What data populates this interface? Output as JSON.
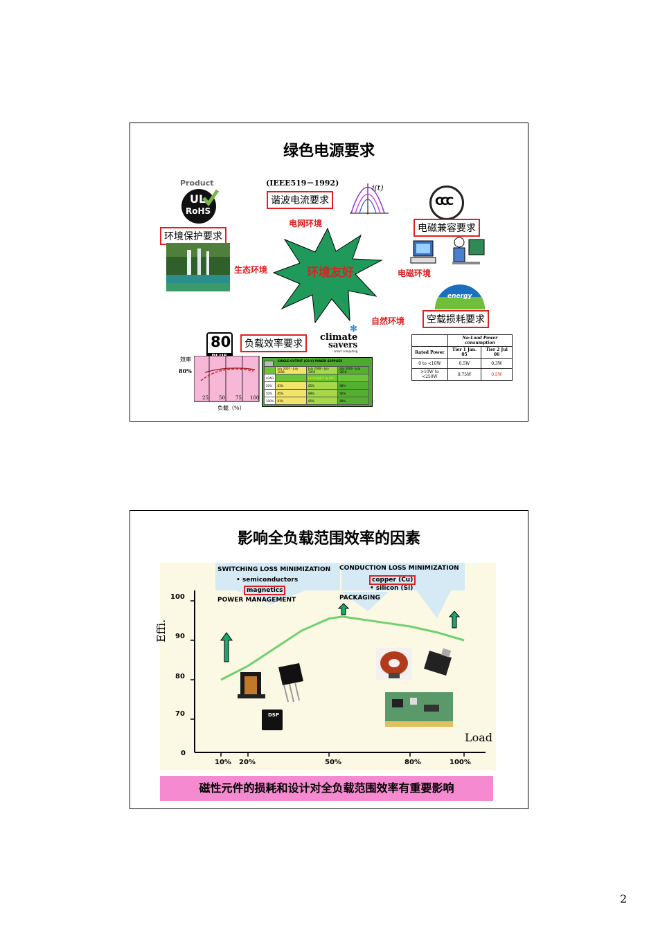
{
  "slide1": {
    "title": "绿色电源要求",
    "logo_product": "Product",
    "logo_ul": "UL",
    "logo_rohs": "RoHS",
    "ieee": "(IEEE519－1992)",
    "harmonic_box": "谐波电流要求",
    "it_label": "i(t)",
    "grid_env": "电网环境",
    "env_box": "环境保护要求",
    "emc_box": "电磁兼容要求",
    "eco_env": "生态环境",
    "star_text": "环境友好",
    "em_env": "电磁环境",
    "nature_env": "自然环境",
    "noload_box": "空载损耗要求",
    "plus80_top": "80",
    "plus80_bottom": "PLUS",
    "load_eff_box": "负载效率要求",
    "climate_line1": "climate",
    "climate_line2": "savers",
    "climate_sub": "smart computing",
    "energy_label": "energy",
    "eff_chart": {
      "ylabel": "效率",
      "y80": "80%",
      "xticks": [
        "25",
        "50",
        "75",
        "100"
      ],
      "xlabel": "负载（%）"
    },
    "noload_table": {
      "header": [
        "",
        "No-Load Power consumption"
      ],
      "cols": [
        "Rated Power",
        "Tier 1 Jan. 05",
        "Tier 2 Jul 06"
      ],
      "rows": [
        [
          "0 to <10W",
          "0.5W",
          "0.3W"
        ],
        [
          ">10W to <250W",
          "0.75W",
          "0.5W"
        ]
      ]
    },
    "green_table": {
      "title": "SINGLE-OUTPUT (CO-V) POWER SUPPLIES",
      "cols": [
        "",
        "July 2007 - July 2008",
        "July 2008 - July 2009",
        "July 2009 - July 2010"
      ],
      "rows": [
        [
          "LOAD",
          "",
          "EFFICIENCY (& PFC)",
          ""
        ],
        [
          "20%",
          "81%",
          "85%",
          "86%"
        ],
        [
          "50%",
          "85%",
          "89%",
          "92%"
        ],
        [
          "100%",
          "81%",
          "85%",
          "89%"
        ]
      ]
    },
    "cccs": "CCC"
  },
  "slide2": {
    "title": "影响全负载范围效率的因素",
    "switching": "SWITCHING LOSS MINIMIZATION",
    "semiconductors": "semiconductors",
    "magnetics": "magnetics",
    "power_mgmt": "POWER MANAGEMENT",
    "conduction": "CONDUCTION LOSS MINIMIZATION",
    "copper": "copper (Cu)",
    "silicon": "silicon (Si)",
    "packaging": "PACKAGING",
    "y_label": "Effi.",
    "x_label": "Load",
    "y_ticks": [
      "100",
      "90",
      "80",
      "70",
      "0"
    ],
    "x_ticks": [
      "10%",
      "20%",
      "50%",
      "80%",
      "100%"
    ],
    "dsp": "DSP",
    "bottom_banner": "磁性元件的损耗和设计对全负载范围效率有重要影响",
    "curve": {
      "x": [
        10,
        20,
        30,
        40,
        50,
        55,
        60,
        70,
        80,
        90,
        100
      ],
      "y": [
        80,
        83.5,
        88,
        92.5,
        95.5,
        96,
        95.5,
        94.5,
        93.5,
        92,
        90
      ]
    }
  },
  "page_number": "2"
}
